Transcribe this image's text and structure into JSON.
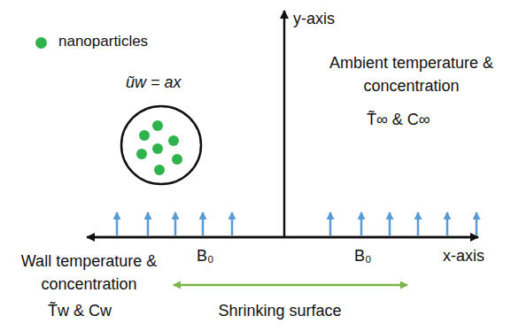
{
  "diagram": {
    "labels": [
      "y-axis",
      "x-axis",
      "Ambient temperature & concentration",
      "T̃∞ & C∞",
      "ũw = ax",
      "Wall temperature & concentration",
      "T̃w & Cw",
      "B₀",
      "B₀",
      "Shrinking surface"
    ],
    "legend": [
      {
        "text": "nanoparticles",
        "color": "#2fb34c"
      }
    ]
  }
}
